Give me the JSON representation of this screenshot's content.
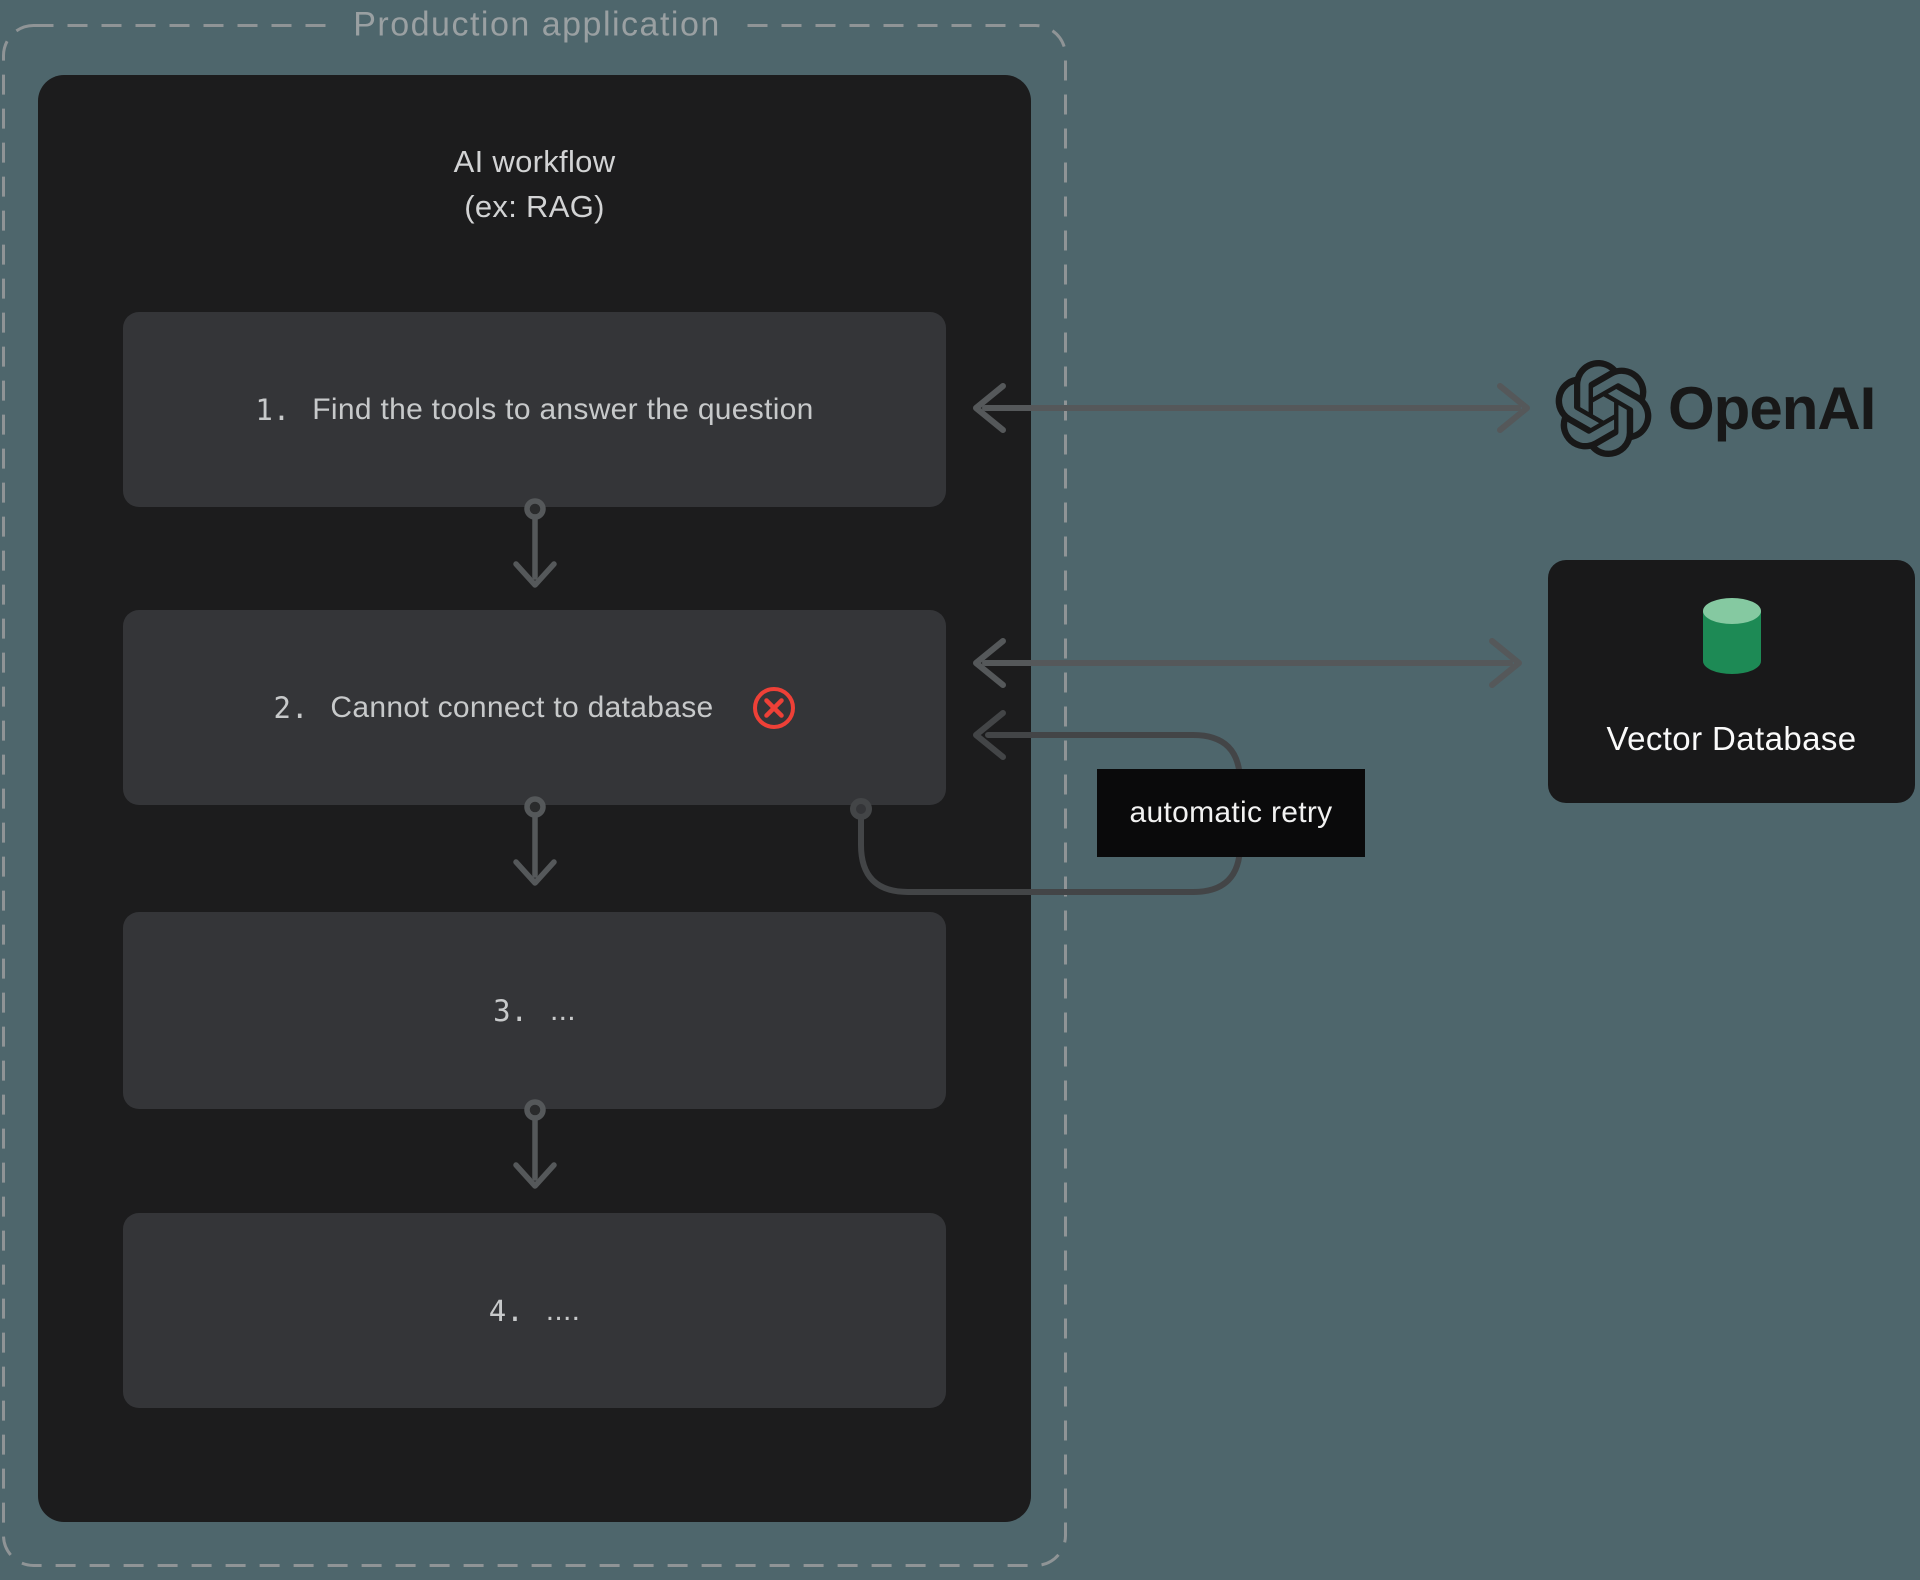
{
  "production": {
    "label": "Production application"
  },
  "workflow": {
    "title_line1": "AI workflow",
    "title_line2": "(ex: RAG)",
    "steps": [
      {
        "number": "1.",
        "label": "Find the tools to answer the question",
        "error": false
      },
      {
        "number": "2.",
        "label": "Cannot connect to database",
        "error": true
      },
      {
        "number": "3.",
        "label": "...",
        "error": false
      },
      {
        "number": "4.",
        "label": "....",
        "error": false
      }
    ]
  },
  "retry": {
    "label": "automatic retry"
  },
  "openai": {
    "label": "OpenAI"
  },
  "vector_db": {
    "label": "Vector Database"
  },
  "icons": {
    "error": "circled-x-icon",
    "database": "green-cylinder-icon",
    "openai": "openai-knot-icon"
  },
  "colors": {
    "background": "#4e666c",
    "panel_black": "#1c1c1d",
    "step_box": "#343538",
    "step_text": "#c7c9ca",
    "title_text": "#d2d3d4",
    "dashed_border": "#8f9496",
    "container_label_text": "#9aa0a2",
    "arrow": "#55585a",
    "retry_arrow": "#434547",
    "error_red": "#ee4037",
    "retry_label_bg": "#0a0a0b",
    "retry_label_text": "#f2f2f2",
    "db_box_bg": "#19191a",
    "db_text": "#fafafa",
    "cylinder_top": "#85c9a1",
    "cylinder_body": "#1d8a55",
    "openai_logo": "#181818"
  }
}
